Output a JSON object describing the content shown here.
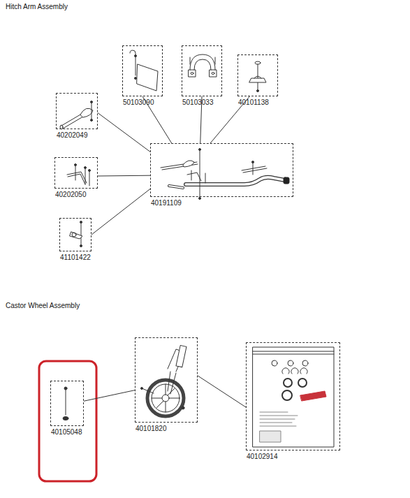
{
  "diagram": {
    "title": "Hitch Arm Assembly",
    "nodes": [
      {
        "text": [
          "50103090"
        ]
      },
      {
        "text": [
          "50103033"
        ]
      },
      {
        "text": [
          "40101138"
        ]
      },
      {
        "text": [
          "40202049"
        ]
      },
      {
        "text": [
          "40191109"
        ]
      },
      {
        "text": [
          "40202050"
        ]
      },
      {
        "text": [
          "41101422"
        ]
      },
      {
        "text": [
          "40105048"
        ]
      },
      {
        "text": [
          "40101820"
        ]
      },
      {
        "text": [
          "40102914"
        ]
      }
    ],
    "edges": [
      {
        "from": 0,
        "to": 4,
        "arrow": "none"
      },
      {
        "from": 1,
        "to": 4,
        "arrow": "none"
      },
      {
        "from": 2,
        "to": 4,
        "arrow": "none"
      },
      {
        "from": 3,
        "to": 4,
        "arrow": "none"
      },
      {
        "from": 5,
        "to": 4,
        "arrow": "none"
      },
      {
        "from": 6,
        "to": 4,
        "arrow": "none"
      },
      {
        "from": 7,
        "to": 8,
        "arrow": "none"
      },
      {
        "from": 8,
        "to": 9,
        "arrow": "none"
      }
    ],
    "labels": [
      "Castor Wheel Assembly"
    ]
  }
}
